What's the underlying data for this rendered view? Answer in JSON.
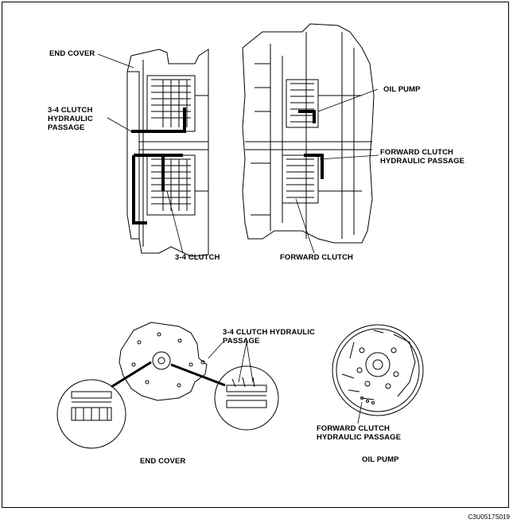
{
  "labels": {
    "end_cover_top": "END COVER",
    "clutch34_passage_line1": "3-4 CLUTCH",
    "clutch34_passage_line2": "HYDRAULIC",
    "clutch34_passage_line3": "PASSAGE",
    "clutch34": "3-4 CLUTCH",
    "oil_pump_top": "OIL PUMP",
    "fwd_passage_top_line1": "FORWARD CLUTCH",
    "fwd_passage_top_line2": "HYDRAULIC PASSAGE",
    "forward_clutch": "FORWARD CLUTCH",
    "clutch34_passage_bottom_line1": "3-4 CLUTCH HYDRAULIC",
    "clutch34_passage_bottom_line2": "PASSAGE",
    "fwd_passage_bottom_line1": "FORWARD CLUTCH",
    "fwd_passage_bottom_line2": "HYDRAULIC PASSAGE",
    "end_cover_bottom": "END COVER",
    "oil_pump_bottom": "OIL PUMP"
  },
  "figure_code": "C3U0517S019"
}
